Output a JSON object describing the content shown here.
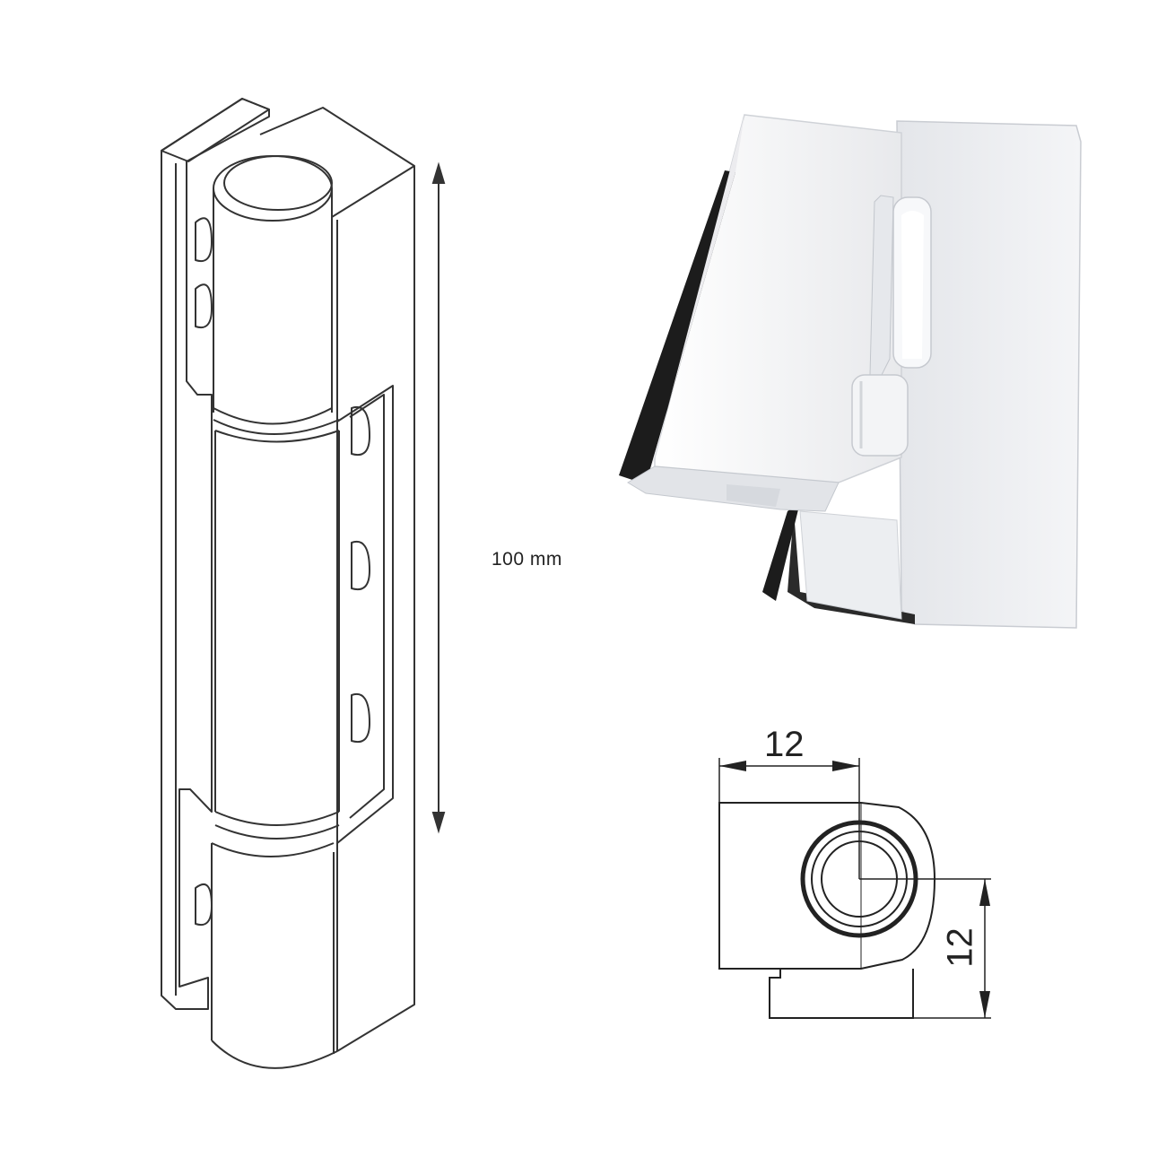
{
  "dimensions": {
    "length": "100 mm",
    "width": "12",
    "height": "12"
  },
  "colors": {
    "line": "#333333",
    "hinge_white": "#f2f3f5",
    "gasket": "#1c1c1c"
  }
}
